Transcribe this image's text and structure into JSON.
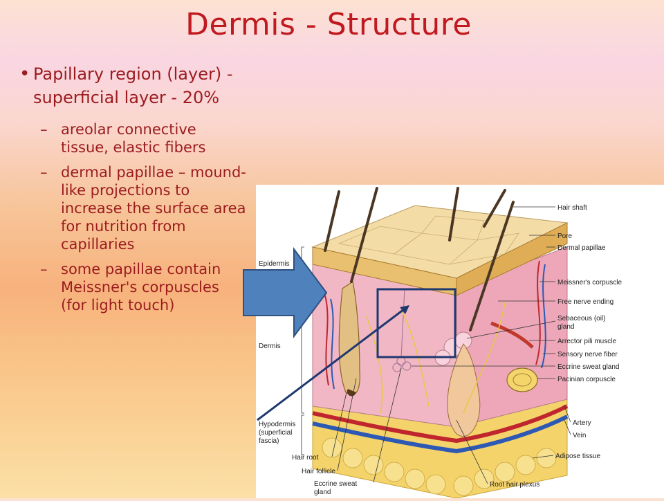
{
  "title": "Dermis - Structure",
  "bullet": {
    "text": "Papillary region (layer) - superficial layer - 20%",
    "subpoints": [
      {
        "text": "areolar connective tissue, elastic fibers"
      },
      {
        "text": "dermal papillae – mound-like projections to increase the surface area for nutrition from capillaries"
      },
      {
        "text": "some papillae contain Meissner's corpuscles (for light touch)"
      }
    ]
  },
  "diagram": {
    "left_labels": [
      "Epidermis",
      "Dermis",
      "Hypodermis",
      "(superficial",
      "fascia)"
    ],
    "right_labels": [
      "Hair shaft",
      "Pore",
      "Dermal papillae",
      "Meissner's corpuscle",
      "Free nerve ending",
      "Sebaceous (oil)",
      "gland",
      "Arrector pili muscle",
      "Sensory nerve fiber",
      "Eccrine sweat gland",
      "Pacinian corpuscle",
      "Artery",
      "Vein",
      "Adipose tissue"
    ],
    "bottom_labels": [
      "Hair root",
      "Hair follicle",
      "Eccrine sweat",
      "gland",
      "Root hair plexus"
    ]
  },
  "colors": {
    "title": "#c0191f",
    "text": "#9b1b1f",
    "arrow_fill": "#4f81bd",
    "arrow_stroke": "#2f4f7f",
    "highlight_box": "#1f3870"
  }
}
